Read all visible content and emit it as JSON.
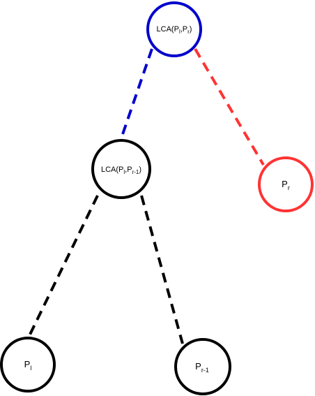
{
  "colors": {
    "root": "#0000cc",
    "right": "#ff3333",
    "default": "#000000",
    "fill": "#ffffff"
  },
  "nodes": {
    "root": {
      "base": "LCA(P",
      "sub1": "l",
      "mid": ",P",
      "sub2": "r",
      "end": ")"
    },
    "mid": {
      "base": "LCA(P",
      "sub1": "l",
      "mid": ",P",
      "sub2": "r-1",
      "end": ")"
    },
    "pr": {
      "base": "P",
      "sub": "r"
    },
    "pl": {
      "base": "P",
      "sub": "l"
    },
    "pr1": {
      "base": "P",
      "sub": "r-1"
    }
  }
}
